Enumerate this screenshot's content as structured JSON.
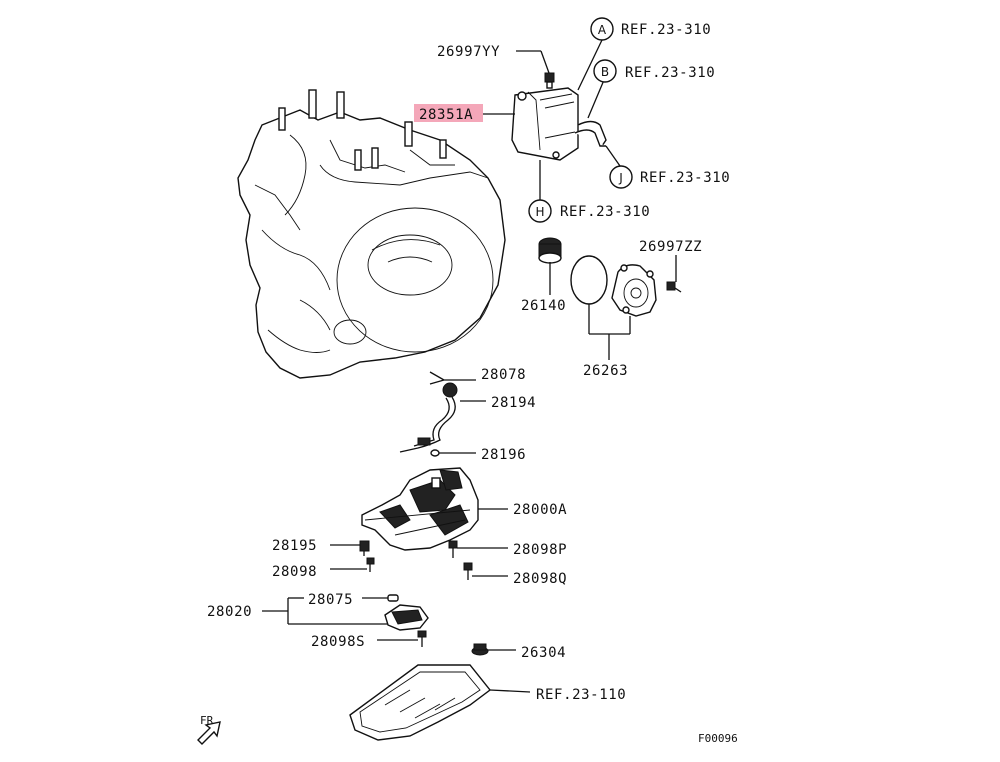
{
  "callouts": {
    "a": {
      "letter": "A",
      "ref": "REF.23-310"
    },
    "b": {
      "letter": "B",
      "ref": "REF.23-310"
    },
    "j": {
      "letter": "J",
      "ref": "REF.23-310"
    },
    "h": {
      "letter": "H",
      "ref": "REF.23-310"
    }
  },
  "parts": {
    "p26997yy": "26997YY",
    "p28351a": "28351A",
    "p26140": "26140",
    "p26997zz": "26997ZZ",
    "p26263": "26263",
    "p28078": "28078",
    "p28194": "28194",
    "p28196": "28196",
    "p28000a": "28000A",
    "p28195": "28195",
    "p28098p": "28098P",
    "p28098": "28098",
    "p28098q": "28098Q",
    "p28020": "28020",
    "p28075": "28075",
    "p28098s": "28098S",
    "p26304": "26304",
    "ref23110": "REF.23-110"
  },
  "highlight_color": "#f4a7b9",
  "orientation": {
    "label": "FR"
  },
  "figure_code": "F00096"
}
